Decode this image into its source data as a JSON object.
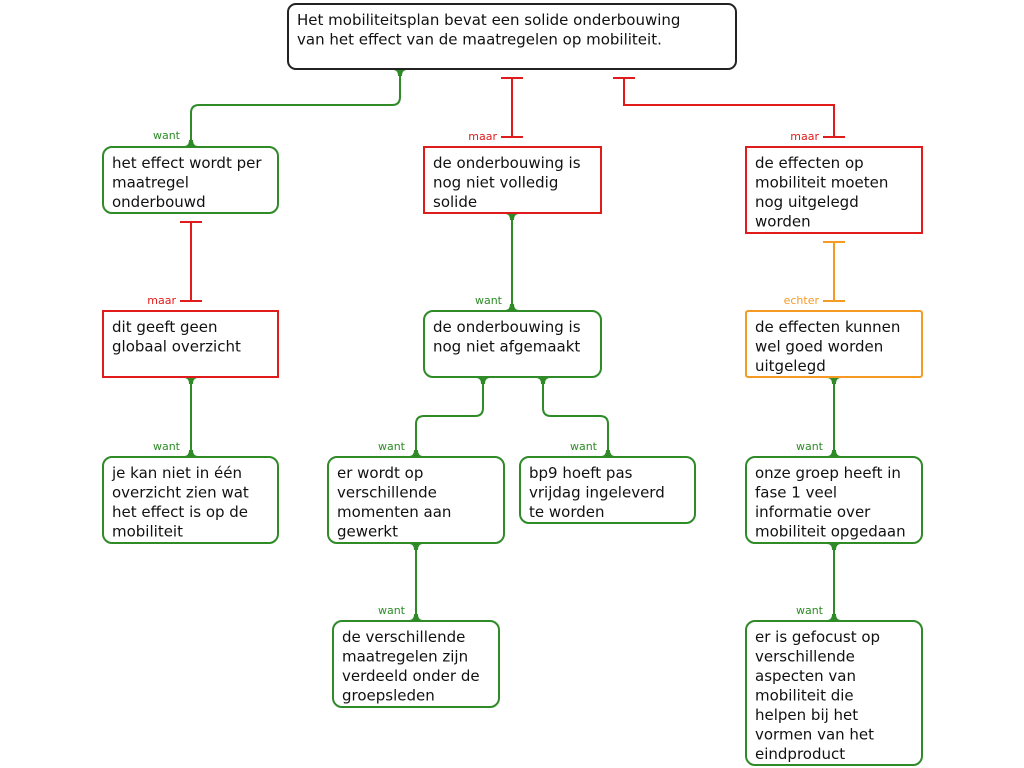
{
  "colors": {
    "pro": "#2e8b27",
    "con": "#e01b1b",
    "rebuttal": "#f59a23",
    "neutral": "#222222"
  },
  "claim": {
    "lines": [
      "Het mobiliteitsplan bevat een solide onderbouwing",
      "van het effect van de maatregelen op mobiliteit."
    ]
  },
  "nodes": {
    "n1": {
      "type": "pro",
      "label": "want",
      "lines": [
        "het effect wordt per",
        "maatregel",
        "onderbouwd"
      ]
    },
    "n2": {
      "type": "con",
      "label": "maar",
      "lines": [
        "de onderbouwing is",
        "nog niet volledig",
        "solide"
      ]
    },
    "n3": {
      "type": "con",
      "label": "maar",
      "lines": [
        "de effecten op",
        "mobiliteit moeten",
        "nog uitgelegd",
        "worden"
      ]
    },
    "n4": {
      "type": "con",
      "label": "maar",
      "lines": [
        "dit geeft geen",
        "globaal overzicht"
      ]
    },
    "n5": {
      "type": "pro",
      "label": "want",
      "lines": [
        "de onderbouwing is",
        "nog niet afgemaakt"
      ]
    },
    "n6": {
      "type": "rebuttal",
      "label": "echter",
      "lines": [
        "de effecten kunnen",
        "wel goed worden",
        "uitgelegd"
      ]
    },
    "n7": {
      "type": "pro",
      "label": "want",
      "lines": [
        "je kan niet in één",
        "overzicht zien wat",
        "het effect is op de",
        "mobiliteit"
      ]
    },
    "n8": {
      "type": "pro",
      "label": "want",
      "lines": [
        "er wordt op",
        "verschillende",
        "momenten aan",
        "gewerkt"
      ]
    },
    "n9": {
      "type": "pro",
      "label": "want",
      "lines": [
        "bp9 hoeft pas",
        "vrijdag ingeleverd",
        "te worden"
      ]
    },
    "n10": {
      "type": "pro",
      "label": "want",
      "lines": [
        "onze groep heeft in",
        "fase 1 veel",
        "informatie over",
        "mobiliteit opgedaan"
      ]
    },
    "n11": {
      "type": "pro",
      "label": "want",
      "lines": [
        "de verschillende",
        "maatregelen zijn",
        "verdeeld onder de",
        "groepsleden"
      ]
    },
    "n12": {
      "type": "pro",
      "label": "want",
      "lines": [
        "er is gefocust op",
        "verschillende",
        "aspecten van",
        "mobiliteit die",
        "helpen bij het",
        "vormen van het",
        "eindproduct"
      ]
    }
  }
}
